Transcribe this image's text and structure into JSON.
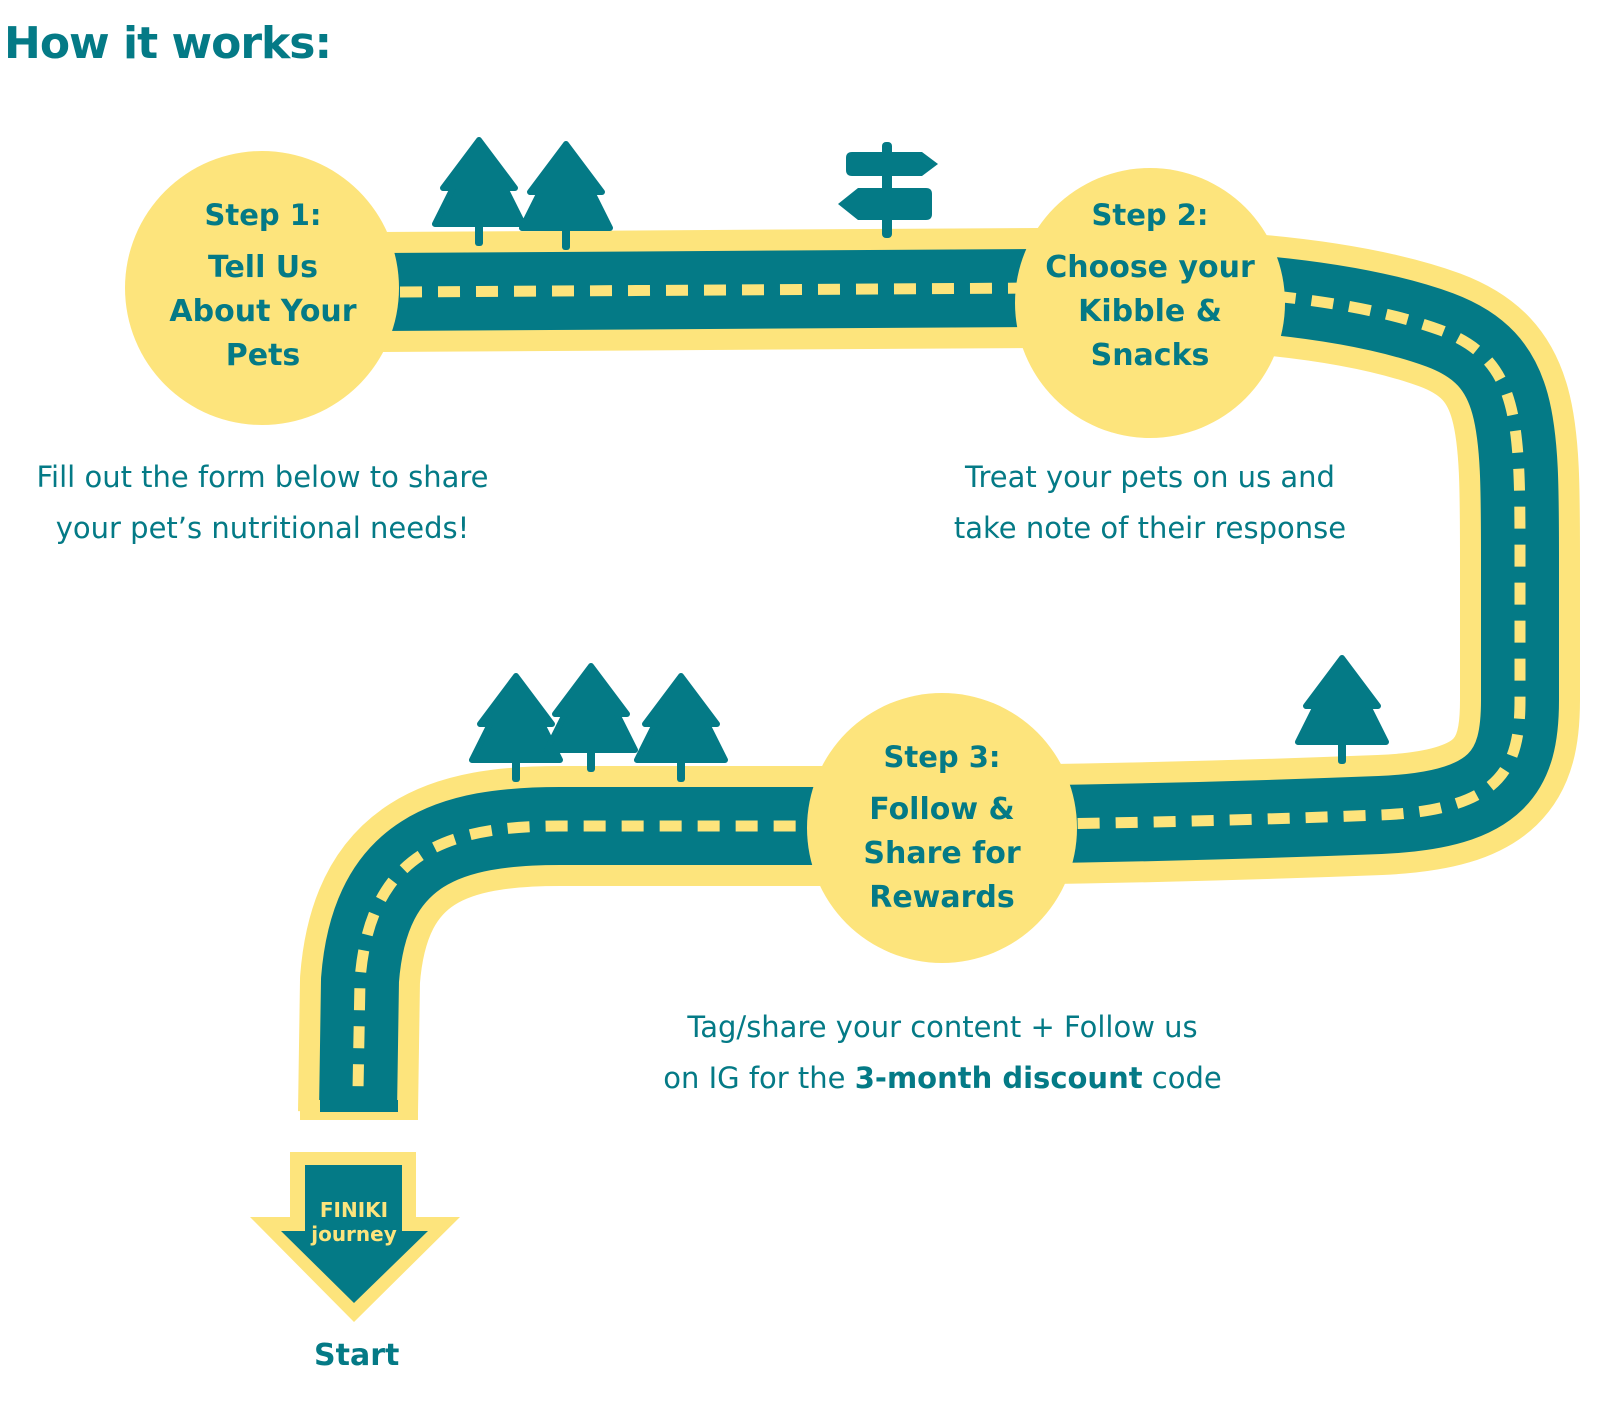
{
  "page": {
    "title": "How it works:"
  },
  "colors": {
    "teal": "#047a86",
    "yellow": "#fde47c",
    "background": "#ffffff"
  },
  "steps": [
    {
      "step": "Step 1:",
      "name_lines": [
        "Tell Us",
        "About Your",
        "Pets"
      ],
      "description_lines": [
        "Fill out the form below to share",
        "your pet’s nutritional needs!"
      ]
    },
    {
      "step": "Step 2:",
      "name_lines": [
        "Choose your",
        "Kibble &",
        "Snacks"
      ],
      "description_lines": [
        "Treat your pets on us and",
        "take note of their response"
      ]
    },
    {
      "step": "Step 3:",
      "name_lines": [
        "Follow &",
        "Share for",
        "Rewards"
      ],
      "description": {
        "line1": "Tag/share your content + Follow us",
        "line2_before": "on IG for the ",
        "line2_bold": "3-month discount",
        "line2_after": " code"
      }
    }
  ],
  "start_marker": {
    "arrow_line1": "FINIKI",
    "arrow_line2": "journey",
    "label": "Start"
  },
  "icons": [
    "tree-icon",
    "signpost-icon",
    "down-arrow-icon"
  ]
}
